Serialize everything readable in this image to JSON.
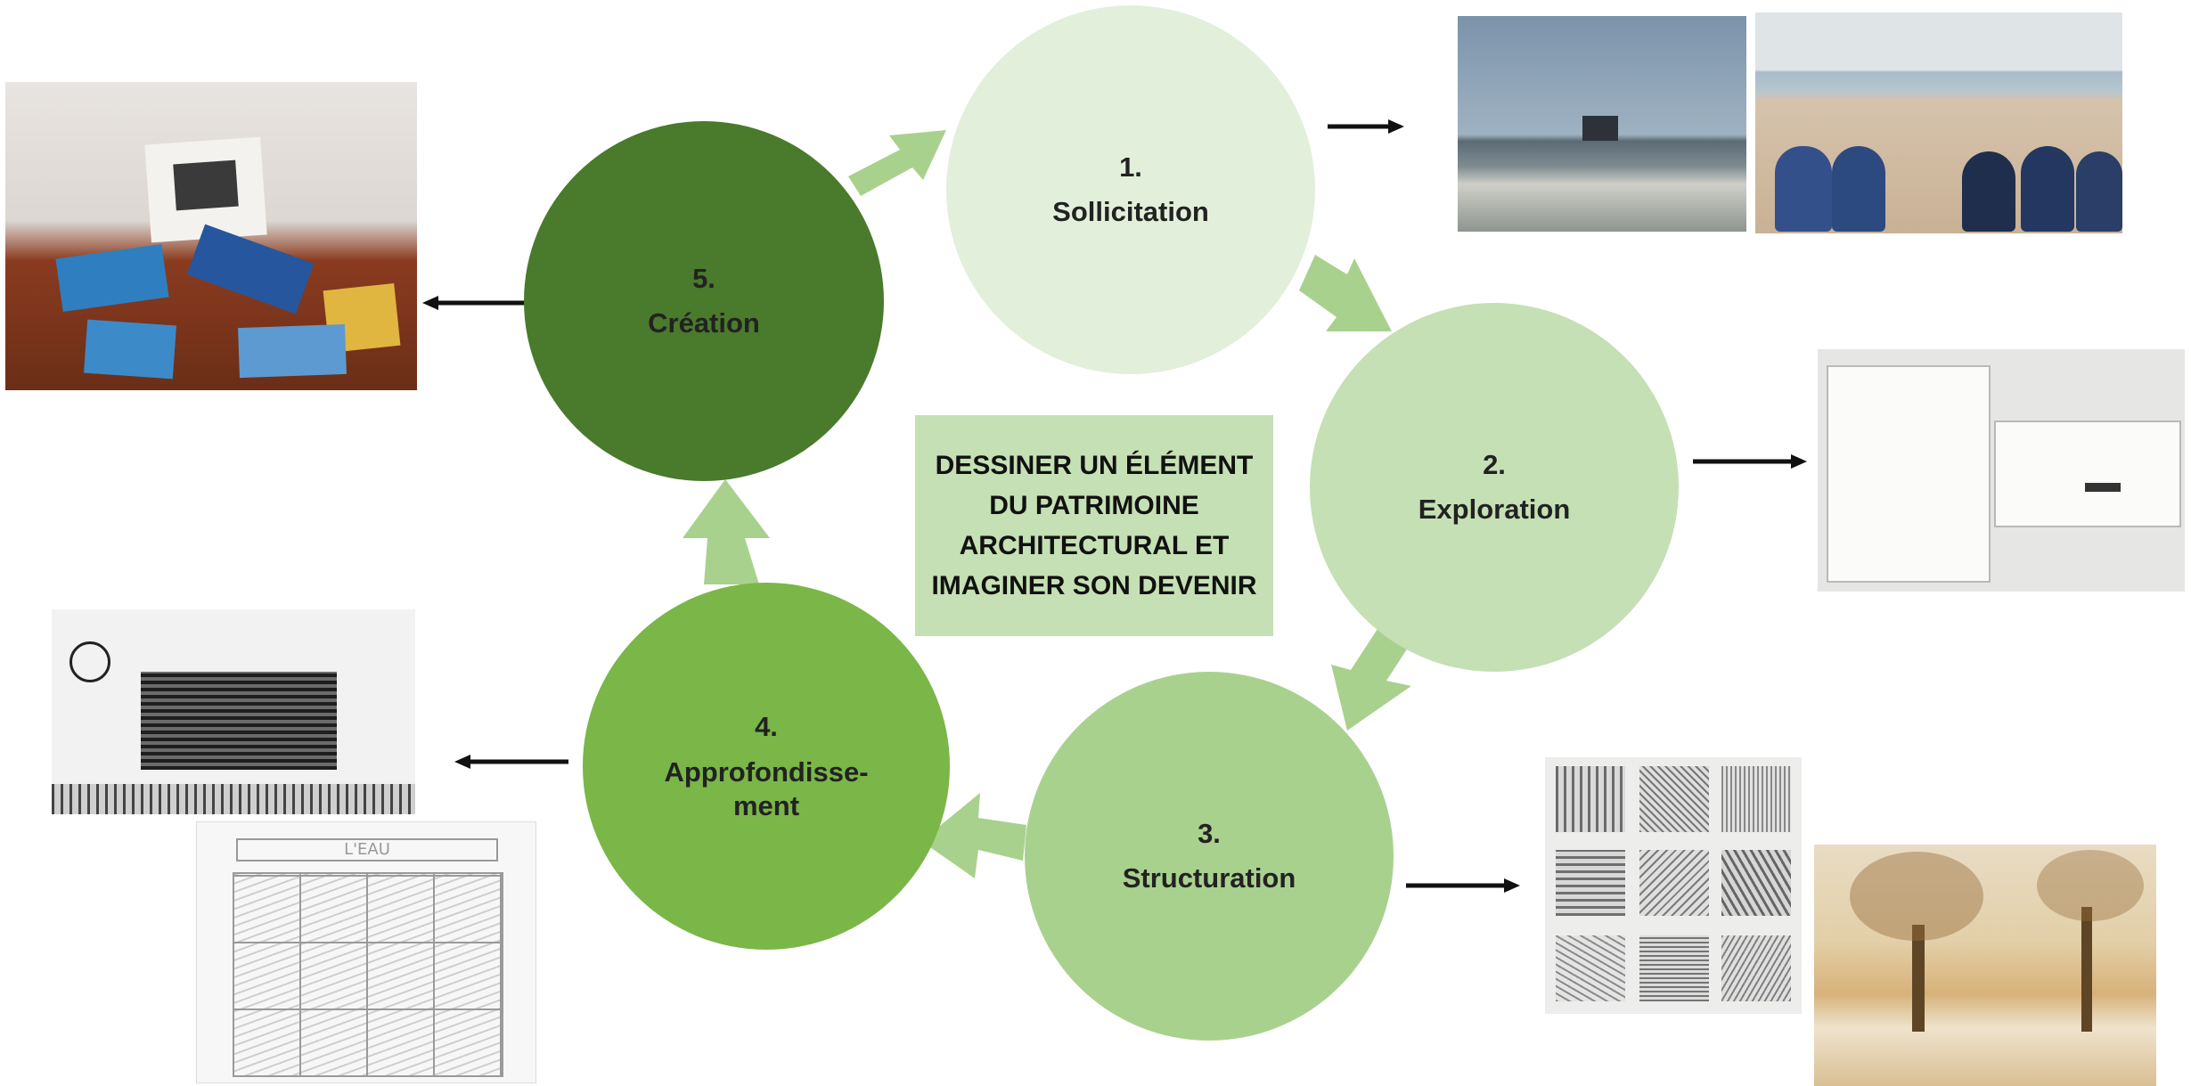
{
  "center": {
    "text": "DESSINER UN ÉLÉMENT DU PATRIMOINE ARCHITECTURAL ET IMAGINER SON DEVENIR"
  },
  "steps": [
    {
      "number": "1.",
      "label": "Sollicitation",
      "color": "#e2efda"
    },
    {
      "number": "2.",
      "label": "Exploration",
      "color": "#c5e0b4"
    },
    {
      "number": "3.",
      "label": "Structuration",
      "color": "#a9d18e"
    },
    {
      "number": "4.",
      "label": "Approfondisse-\nment",
      "color": "#7ab648"
    },
    {
      "number": "5.",
      "label": "Création",
      "color": "#4a7a2c"
    }
  ],
  "arrow_color": "#a9d18e",
  "photos": {
    "lire": "L'EAU"
  }
}
